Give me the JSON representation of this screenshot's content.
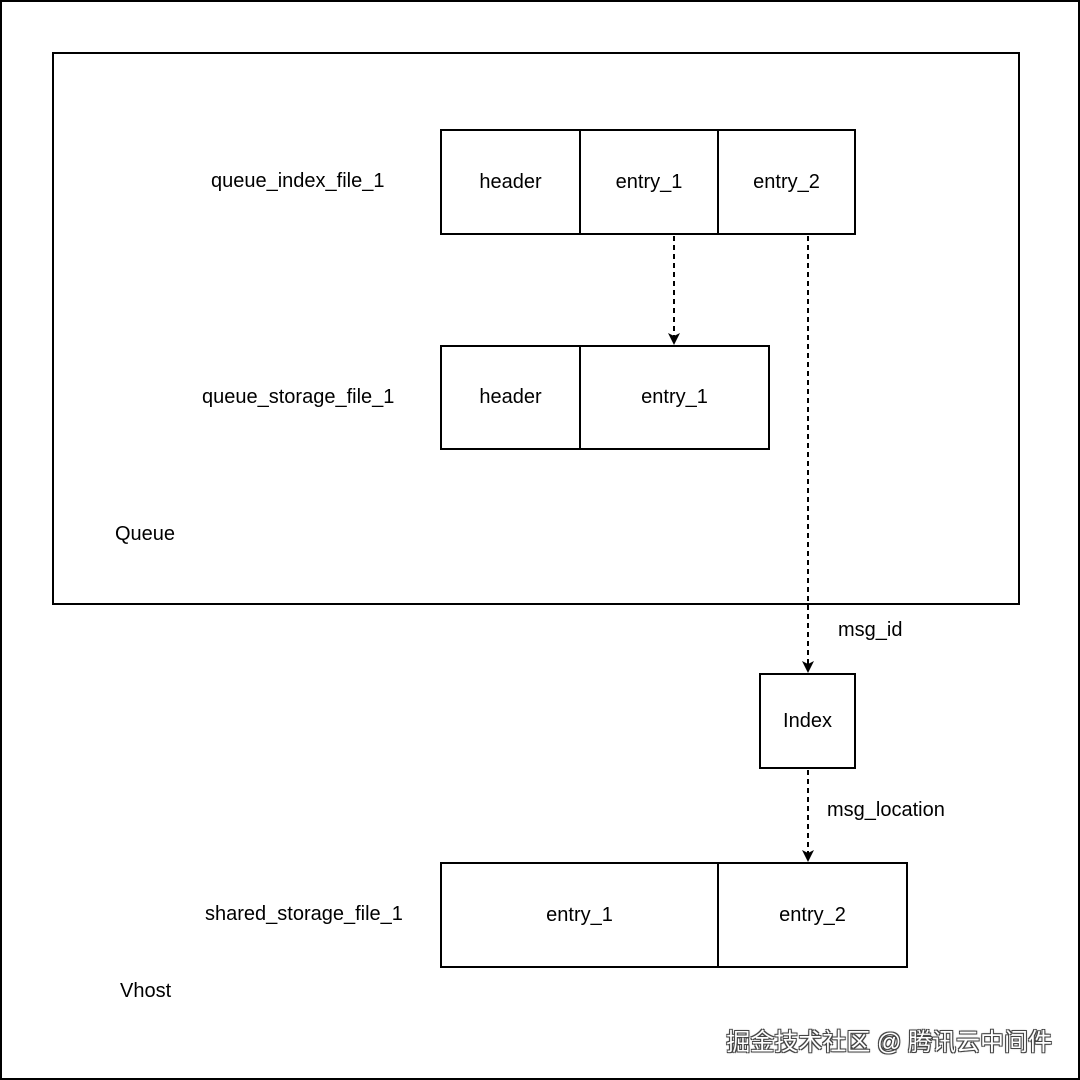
{
  "queue": {
    "label": "Queue",
    "index_file": {
      "label": "queue_index_file_1",
      "cells": [
        "header",
        "entry_1",
        "entry_2"
      ]
    },
    "storage_file": {
      "label": "queue_storage_file_1",
      "cells": [
        "header",
        "entry_1"
      ]
    }
  },
  "index_box": {
    "label": "Index"
  },
  "edges": {
    "msg_id": "msg_id",
    "msg_location": "msg_location"
  },
  "vhost": {
    "label": "Vhost",
    "shared_file": {
      "label": "shared_storage_file_1",
      "cells": [
        "entry_1",
        "entry_2"
      ]
    }
  },
  "watermark": "掘金技术社区 @ 腾讯云中间件"
}
